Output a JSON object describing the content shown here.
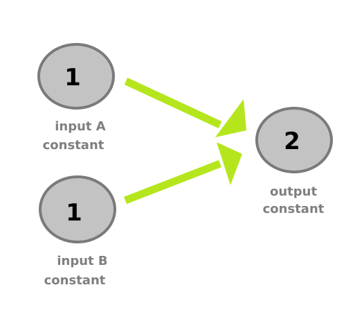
{
  "nodes": {
    "input_a": {
      "value": "1",
      "label_line1": "input A",
      "label_line2": "constant"
    },
    "input_b": {
      "value": "1",
      "label_line1": "input B",
      "label_line2": "constant"
    },
    "output": {
      "value": "2",
      "label_line1": "output",
      "label_line2": "constant"
    }
  },
  "colors": {
    "node_fill": "#c3c3c3",
    "node_stroke": "#7a7a7a",
    "arrow": "#b5e61d",
    "label_text": "#7f7f7f",
    "value_text": "#000000"
  }
}
